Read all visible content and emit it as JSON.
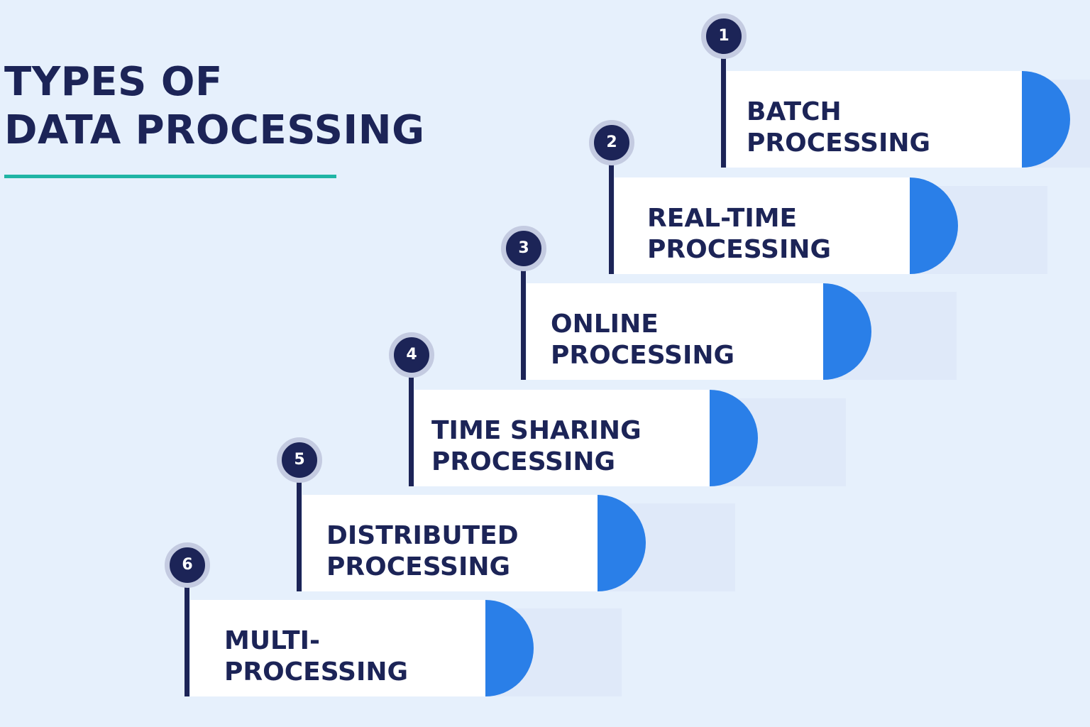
{
  "header": {
    "title_line1": "TYPES OF",
    "title_line2": "DATA PROCESSING"
  },
  "steps": [
    {
      "number": "1",
      "line1": "BATCH",
      "line2": "PROCESSING"
    },
    {
      "number": "2",
      "line1": "REAL-TIME",
      "line2": "PROCESSING"
    },
    {
      "number": "3",
      "line1": "ONLINE",
      "line2": "PROCESSING"
    },
    {
      "number": "4",
      "line1": "TIME SHARING",
      "line2": "PROCESSING"
    },
    {
      "number": "5",
      "line1": "DISTRIBUTED",
      "line2": "PROCESSING"
    },
    {
      "number": "6",
      "line1": "MULTI-",
      "line2": "PROCESSING"
    }
  ],
  "colors": {
    "background": "#e6f0fc",
    "title_text": "#1c2457",
    "accent_underline": "#20b5a5",
    "step_cap": "#2a7fe8",
    "card": "#ffffff",
    "badge": "#1c2457",
    "badge_ring": "#c4cbe1"
  }
}
